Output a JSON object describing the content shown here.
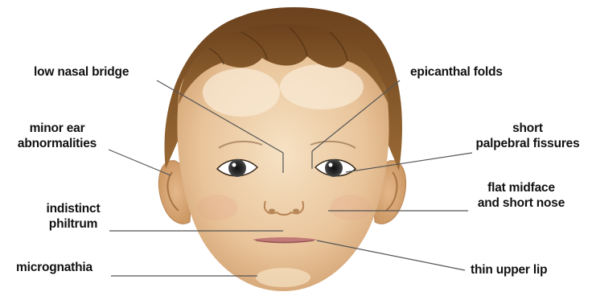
{
  "labels": {
    "low_nasal_bridge": "low nasal bridge",
    "epicanthal_folds": "epicanthal folds",
    "minor_ear_line1": "minor ear",
    "minor_ear_line2": "abnormalities",
    "short_pf_line1": "short",
    "short_pf_line2": "palpebral fissures",
    "indistinct_line1": "indistinct",
    "indistinct_line2": "philtrum",
    "flat_midface_line1": "flat midface",
    "flat_midface_line2": "and short nose",
    "micrognathia": "micrognathia",
    "thin_upper_lip": "thin upper lip"
  },
  "colors": {
    "skin": "#e9c49a",
    "skin_highlight": "#f6e2c4",
    "skin_shadow": "#d2a272",
    "hair": "#8a5a2b",
    "hair_dark": "#5e3a18",
    "leader_line": "#555555",
    "text": "#111111"
  }
}
